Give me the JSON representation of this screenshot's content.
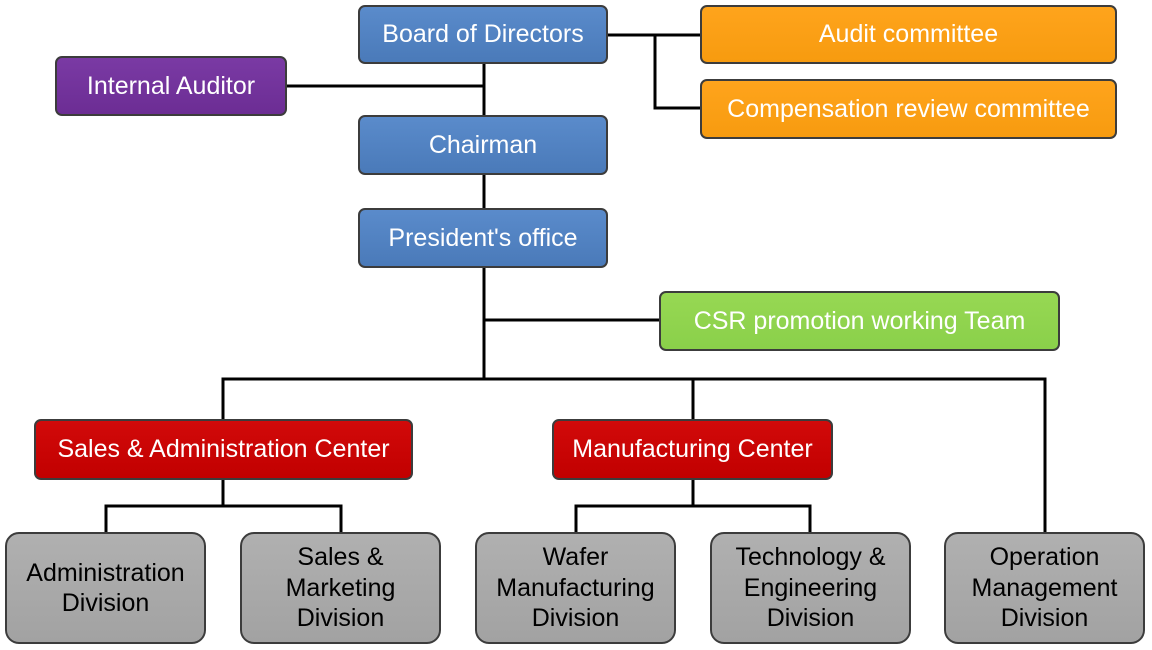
{
  "nodes": {
    "board": {
      "label": "Board of Directors"
    },
    "internal_auditor": {
      "label": "Internal Auditor"
    },
    "audit_committee": {
      "label": "Audit committee"
    },
    "compensation_committee": {
      "label": "Compensation review committee"
    },
    "chairman": {
      "label": "Chairman"
    },
    "presidents_office": {
      "label": "President's office"
    },
    "csr_team": {
      "label": "CSR promotion working Team"
    },
    "sales_admin_center": {
      "label": "Sales & Administration Center"
    },
    "manufacturing_center": {
      "label": "Manufacturing Center"
    },
    "administration_division": {
      "lines": [
        "Administration",
        "Division"
      ]
    },
    "sales_marketing_division": {
      "lines": [
        "Sales &",
        "Marketing",
        "Division"
      ]
    },
    "wafer_division": {
      "lines": [
        "Wafer",
        "Manufacturing",
        "Division"
      ]
    },
    "technology_division": {
      "lines": [
        "Technology &",
        "Engineering",
        "Division"
      ]
    },
    "operation_division": {
      "lines": [
        "Operation",
        "Management",
        "Division"
      ]
    }
  },
  "colors": {
    "executive": "#4f81bd",
    "auditor": "#7030a0",
    "committee": "#ffa11a",
    "csr": "#92d050",
    "center": "#c80000",
    "division": "#a6a6a6",
    "connector": "#000000"
  }
}
